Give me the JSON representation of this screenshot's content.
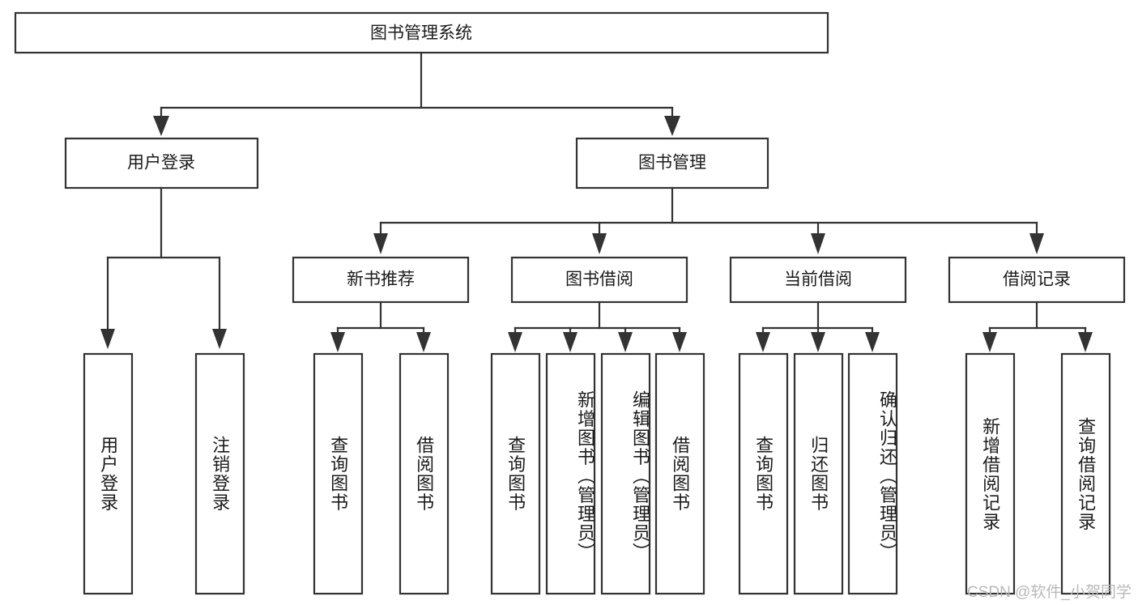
{
  "diagram": {
    "title": "图书管理系统",
    "type": "tree-hierarchy-chart",
    "root": {
      "label": "图书管理系统"
    },
    "level2": [
      {
        "id": "user-login",
        "label": "用户登录"
      },
      {
        "id": "book-manage",
        "label": "图书管理"
      }
    ],
    "level3": [
      {
        "id": "new-book-recommend",
        "label": "新书推荐"
      },
      {
        "id": "book-borrow",
        "label": "图书借阅"
      },
      {
        "id": "current-borrow",
        "label": "当前借阅"
      },
      {
        "id": "borrow-record",
        "label": "借阅记录"
      }
    ],
    "leaves": [
      {
        "id": "leaf-user-login",
        "label": "用户登录"
      },
      {
        "id": "leaf-logout-login",
        "label": "注销登录"
      },
      {
        "id": "leaf-query-book-1",
        "label": "查询图书"
      },
      {
        "id": "leaf-borrow-book-1",
        "label": "借阅图书"
      },
      {
        "id": "leaf-query-book-2",
        "label": "查询图书"
      },
      {
        "id": "leaf-add-book-admin",
        "label": "新增图书（管理员）"
      },
      {
        "id": "leaf-edit-book-admin",
        "label": "编辑图书（管理员）"
      },
      {
        "id": "leaf-borrow-book-2",
        "label": "借阅图书"
      },
      {
        "id": "leaf-query-book-3",
        "label": "查询图书"
      },
      {
        "id": "leaf-return-book",
        "label": "归还图书"
      },
      {
        "id": "leaf-confirm-return-admin",
        "label": "确认归还（管理员）"
      },
      {
        "id": "leaf-add-borrow-record",
        "label": "新增借阅记录"
      },
      {
        "id": "leaf-query-borrow-record",
        "label": "查询借阅记录"
      }
    ]
  },
  "watermark": {
    "text": "CSDN @软件_小贺同学"
  },
  "colors": {
    "stroke": "#333333",
    "box_fill": "#ffffff",
    "text": "#1b1b1b",
    "watermark": "#b9b9b9",
    "background": "#ffffff"
  }
}
